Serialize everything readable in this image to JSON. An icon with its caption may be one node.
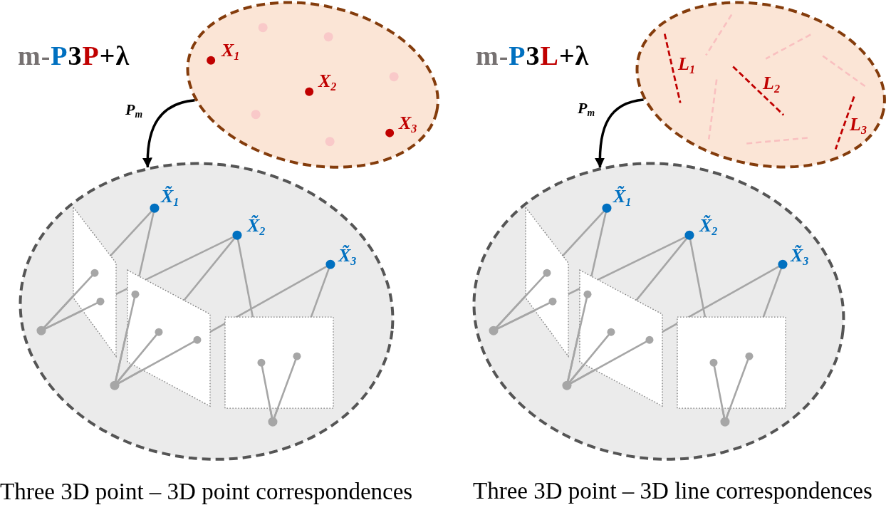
{
  "diagram": {
    "nodes": [
      {
        "text": [
          "X$_{1}$",
          "X$_{2}$",
          "X$_{3}$"
        ]
      },
      {
        "text": [
          "X̃$_{1}$",
          "X̃$_{2}$",
          "X̃$_{3}$"
        ]
      },
      {
        "text": [
          "L$_{1}$",
          "L$_{2}$",
          "L$_{3}$"
        ]
      },
      {
        "text": [
          "X̃$_{1}$",
          "X̃$_{2}$",
          "X̃$_{3}$"
        ]
      }
    ],
    "edges": [
      {
        "from": 0,
        "to": 1,
        "arrow": "to",
        "label": "P$_{m}$"
      },
      {
        "from": 2,
        "to": 3,
        "arrow": "to",
        "label": "P$_{m}$"
      }
    ],
    "labels": [
      "m-P3P+λ",
      "m-P3L+λ",
      "Three 3D point – 3D point correspondences",
      "Three 3D point – 3D line correspondences"
    ]
  }
}
